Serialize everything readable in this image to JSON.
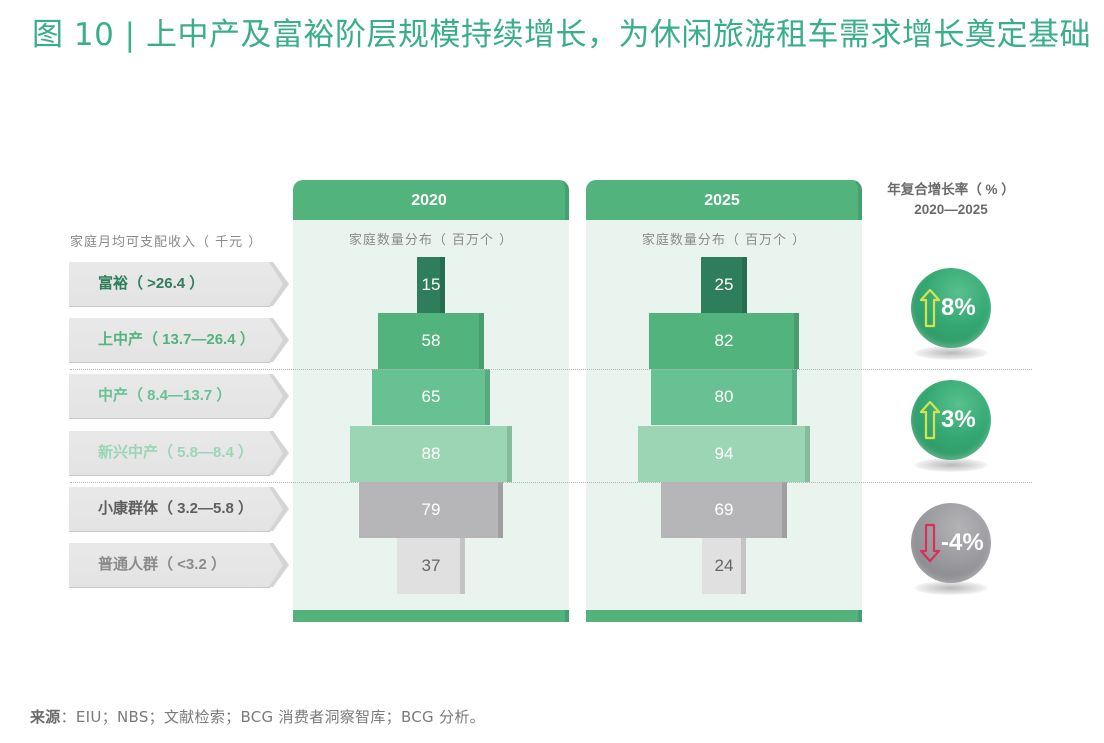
{
  "title": "图 10 | 上中产及富裕阶层规模持续增长，为休闲旅游租车需求增长奠定基础",
  "income_header": "家庭月均可支配收入（ 千元 ）",
  "segments": [
    {
      "label": "富裕（ >26.4 ）",
      "color": "#2e7d5b"
    },
    {
      "label": "上中产（ 13.7—26.4 ）",
      "color": "#52b37d"
    },
    {
      "label": "中产（ 8.4—13.7 ）",
      "color": "#67c192"
    },
    {
      "label": "新兴中产（ 5.8—8.4 ）",
      "color": "#9bd5b4"
    },
    {
      "label": "小康群体（ 3.2—5.8 ）",
      "color": "#5e5e5e"
    },
    {
      "label": "普通人群（ <3.2 ）",
      "color": "#8a8a8a"
    }
  ],
  "panels": [
    {
      "year": "2020",
      "subtitle": "家庭数量分布（ 百万个 ）"
    },
    {
      "year": "2025",
      "subtitle": "家庭数量分布（ 百万个 ）"
    }
  ],
  "bar_colors": [
    "#2e7d5b",
    "#52b37d",
    "#67c192",
    "#9bd5b4",
    "#b6b6b8",
    "#e0e0e0"
  ],
  "bar_text_colors": [
    "#ffffff",
    "#ffffff",
    "#ffffff",
    "#ffffff",
    "#ffffff",
    "#666666"
  ],
  "cagr": {
    "header_line1": "年复合增长率（ % ）",
    "header_line2": "2020—2025",
    "items": [
      {
        "value": "8%",
        "direction": "up",
        "style": "green",
        "groups": "富裕 + 上中产"
      },
      {
        "value": "3%",
        "direction": "up",
        "style": "green",
        "groups": "中产 + 新兴中产"
      },
      {
        "value": "-4%",
        "direction": "down",
        "style": "grey",
        "groups": "小康群体 + 普通人群"
      }
    ]
  },
  "source_label": "来源",
  "source_text": "：EIU；NBS；文献检索；BCG 消费者洞察智库；BCG 分析。",
  "chart_data": {
    "type": "bar",
    "title": "上中产及富裕阶层规模持续增长，为休闲旅游租车需求增长奠定基础",
    "subtitle": "家庭数量分布（百万个）",
    "xlabel": "家庭数量分布（百万个）",
    "ylabel": "家庭月均可支配收入（千元）",
    "categories": [
      "富裕（>26.4）",
      "上中产（13.7—26.4）",
      "中产（8.4—13.7）",
      "新兴中产（5.8—8.4）",
      "小康群体（3.2—5.8）",
      "普通人群（<3.2）"
    ],
    "series": [
      {
        "name": "2020",
        "values": [
          15,
          58,
          65,
          88,
          79,
          37
        ]
      },
      {
        "name": "2025",
        "values": [
          25,
          82,
          80,
          94,
          69,
          24
        ]
      }
    ],
    "cagr_2020_2025": [
      {
        "groups": [
          "富裕",
          "上中产"
        ],
        "value_pct": 8
      },
      {
        "groups": [
          "中产",
          "新兴中产"
        ],
        "value_pct": 3
      },
      {
        "groups": [
          "小康群体",
          "普通人群"
        ],
        "value_pct": -4
      }
    ],
    "layout": "centered horizontal bars (population pyramid style), one panel per year",
    "grid": false
  }
}
